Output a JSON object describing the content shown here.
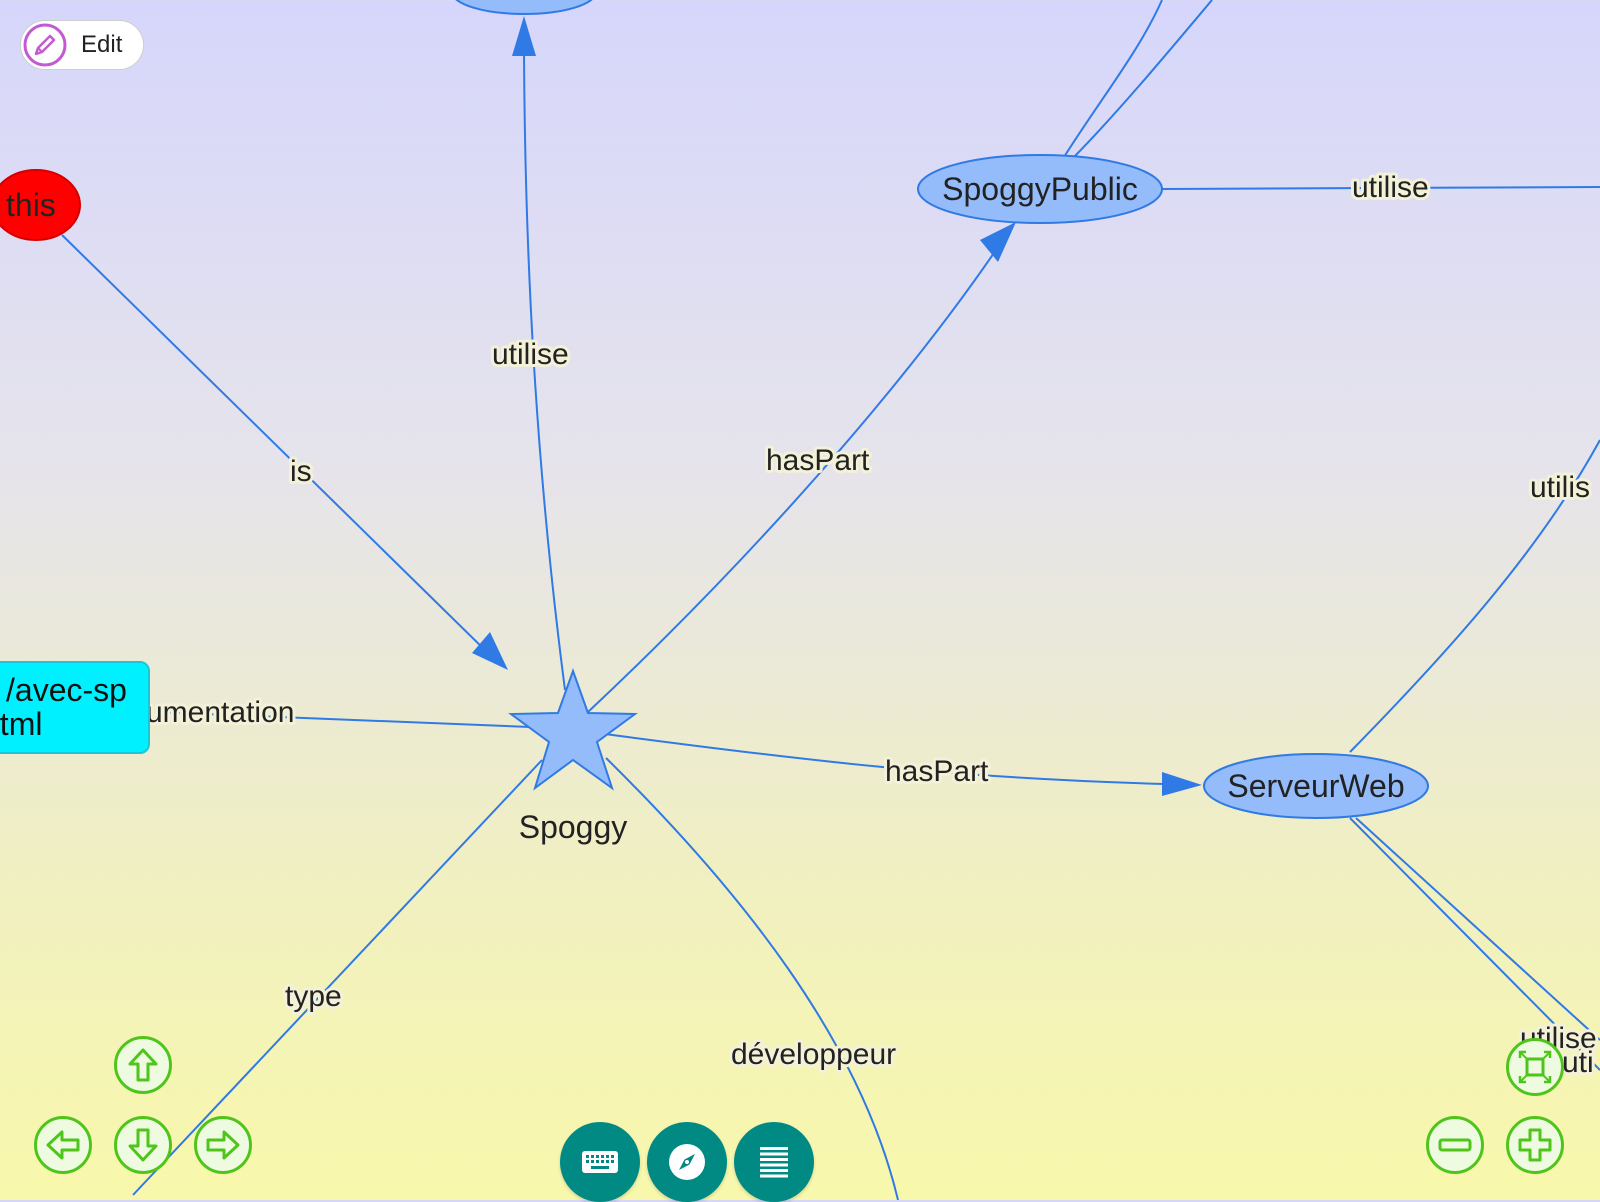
{
  "toolbar": {
    "edit_label": "Edit",
    "edit_icon": "pencil-icon"
  },
  "nodes": {
    "center": "Spoggy",
    "this": "this",
    "spoggy_public": "SpoggyPublic",
    "serveur_web": "ServeurWeb",
    "url_line1": "/avec-sp",
    "url_line2": "html"
  },
  "edges": {
    "is": "is",
    "utilise_top": "utilise",
    "haspart_public": "hasPart",
    "utilise_public_right": "utilise",
    "utilise_right_partial": "utilis",
    "documentation_partial": "umentation",
    "haspart_web": "hasPart",
    "type": "type",
    "developpeur": "développeur",
    "utilise_bottom_right_1": "utilise",
    "utilise_bottom_right_2": "uti"
  },
  "controls": {
    "nav": [
      "arrow-up-icon",
      "arrow-left-icon",
      "arrow-down-icon",
      "arrow-right-icon"
    ],
    "zoom": [
      "fit-screen-icon",
      "zoom-out-icon",
      "zoom-in-icon"
    ],
    "bottom": [
      "keyboard-icon",
      "compass-icon",
      "list-icon"
    ]
  },
  "colors": {
    "edge": "#2f7ae5",
    "node_fill": "#94bbfa",
    "this_node": "#ff0000",
    "url_node": "#00f0ff",
    "nav_green": "#4fc51c",
    "teal": "#008a83"
  }
}
